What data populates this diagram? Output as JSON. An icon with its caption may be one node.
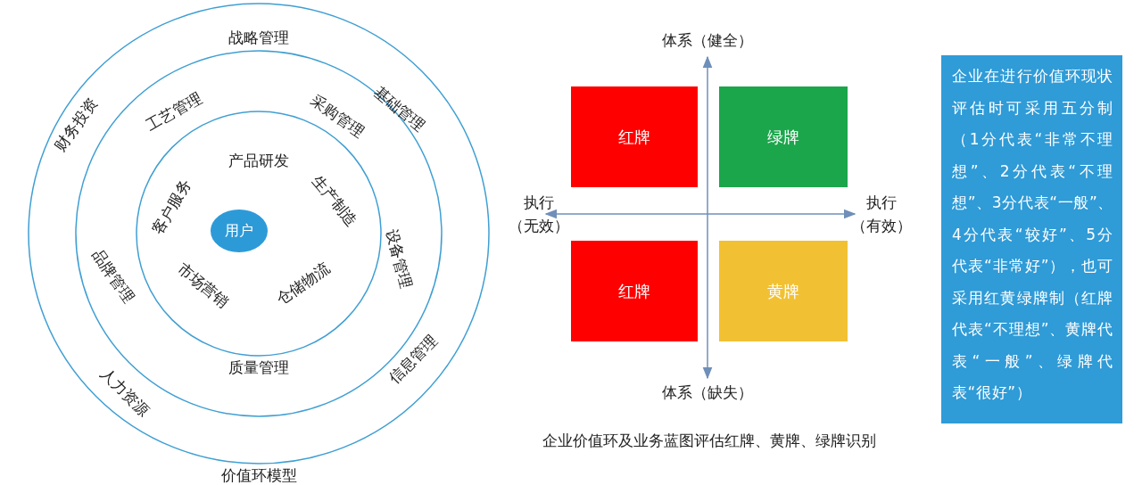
{
  "diagram": {
    "nodes": [
      {
        "text": [
          "用户"
        ]
      },
      {
        "text": [
          "红牌"
        ]
      },
      {
        "text": [
          "绿牌"
        ]
      },
      {
        "text": [
          "红牌"
        ]
      },
      {
        "text": [
          "黄牌"
        ]
      },
      {
        "text": [
          "企业在进行价值环现状评估时可采用五分制（1分代表“非常不理想”、2分代表“不理想”、3分代表“一般”、4分代表“较好”、5分代表“非常好”），也可采用红黄绿牌制（红牌代表“不理想”、黄牌代表“一般”、绿牌代表“很好”）"
        ]
      }
    ],
    "edges": [],
    "labels": [
      "战略管理",
      "财务投资",
      "基础管理",
      "人力资源",
      "信息管理",
      "工艺管理",
      "采购管理",
      "品牌管理",
      "设备管理",
      "质量管理",
      "产品研发",
      "客户服务",
      "生产制造",
      "市场营销",
      "仓储物流",
      "体系（健全）",
      "执行（无效）",
      "执行（有效）",
      "体系（缺失）",
      "企业价值环及业务蓝图评估红牌、黄牌、绿牌识别",
      "价值环模型"
    ]
  }
}
